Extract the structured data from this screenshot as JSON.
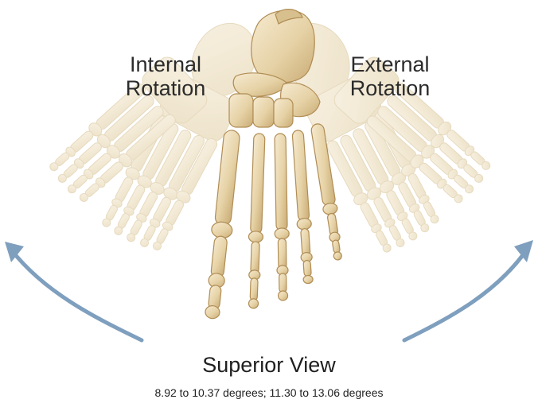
{
  "labels": {
    "internal_line1": "Internal",
    "internal_line2": "Rotation",
    "external_line1": "External",
    "external_line2": "Rotation",
    "view": "Superior View",
    "range": "8.92 to 10.37 degrees; 11.30 to 13.06 degrees"
  },
  "colors": {
    "bone": "#e9d9b4",
    "bone_shadow": "#c9ad7a",
    "bone_outline": "#b08d55",
    "ghost_bone": "#f1e7d2",
    "arrow": "#7f9fbe",
    "text": "#222222"
  },
  "icons": {
    "left_arrow": "curved-arrow-up-left-icon",
    "right_arrow": "curved-arrow-up-right-icon"
  }
}
